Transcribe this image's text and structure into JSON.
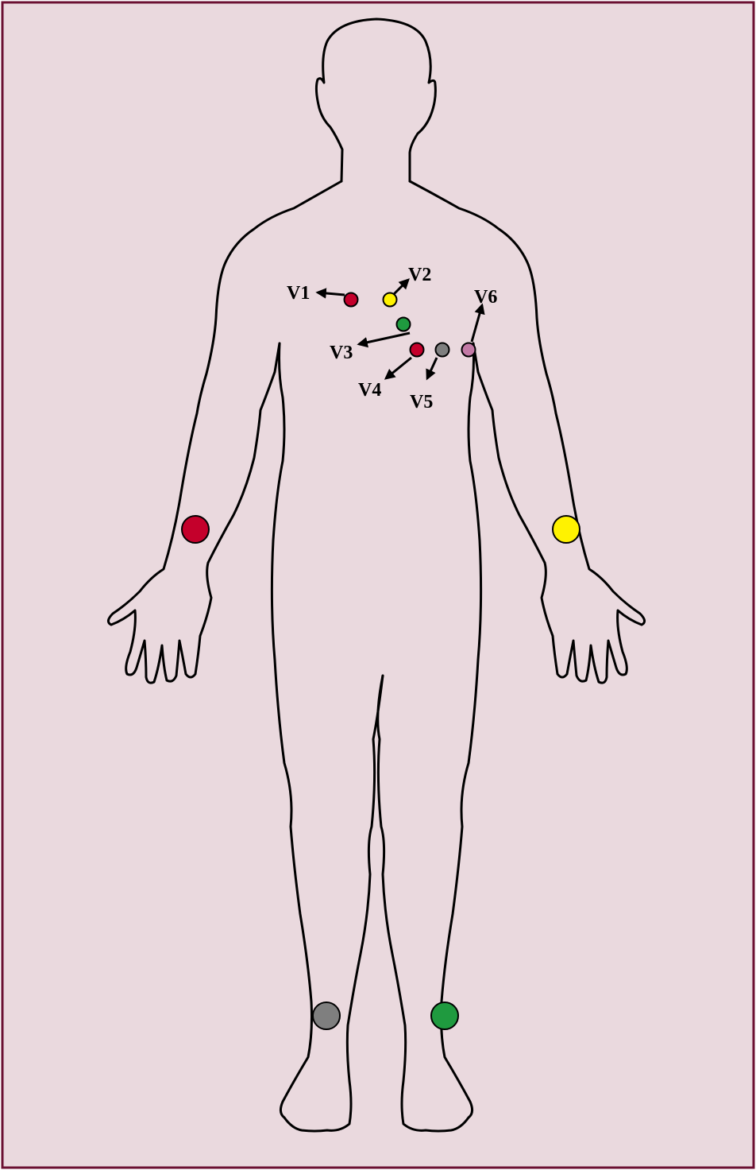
{
  "colors": {
    "background": "#ead9de",
    "border": "#6b1032",
    "red": "#c4002b",
    "yellow": "#fff200",
    "green": "#1f9a3f",
    "gray": "#7f7f7f",
    "pink": "#c37aa6"
  },
  "chest_leads": [
    {
      "id": "v1",
      "label": "V1",
      "color": "red"
    },
    {
      "id": "v2",
      "label": "V2",
      "color": "yellow"
    },
    {
      "id": "v3",
      "label": "V3",
      "color": "green"
    },
    {
      "id": "v4",
      "label": "V4",
      "color": "red"
    },
    {
      "id": "v5",
      "label": "V5",
      "color": "gray"
    },
    {
      "id": "v6",
      "label": "V6",
      "color": "pink"
    }
  ],
  "limb_electrodes": [
    {
      "id": "right-wrist",
      "color": "red"
    },
    {
      "id": "left-wrist",
      "color": "yellow"
    },
    {
      "id": "right-ankle",
      "color": "gray"
    },
    {
      "id": "left-ankle",
      "color": "green"
    }
  ]
}
